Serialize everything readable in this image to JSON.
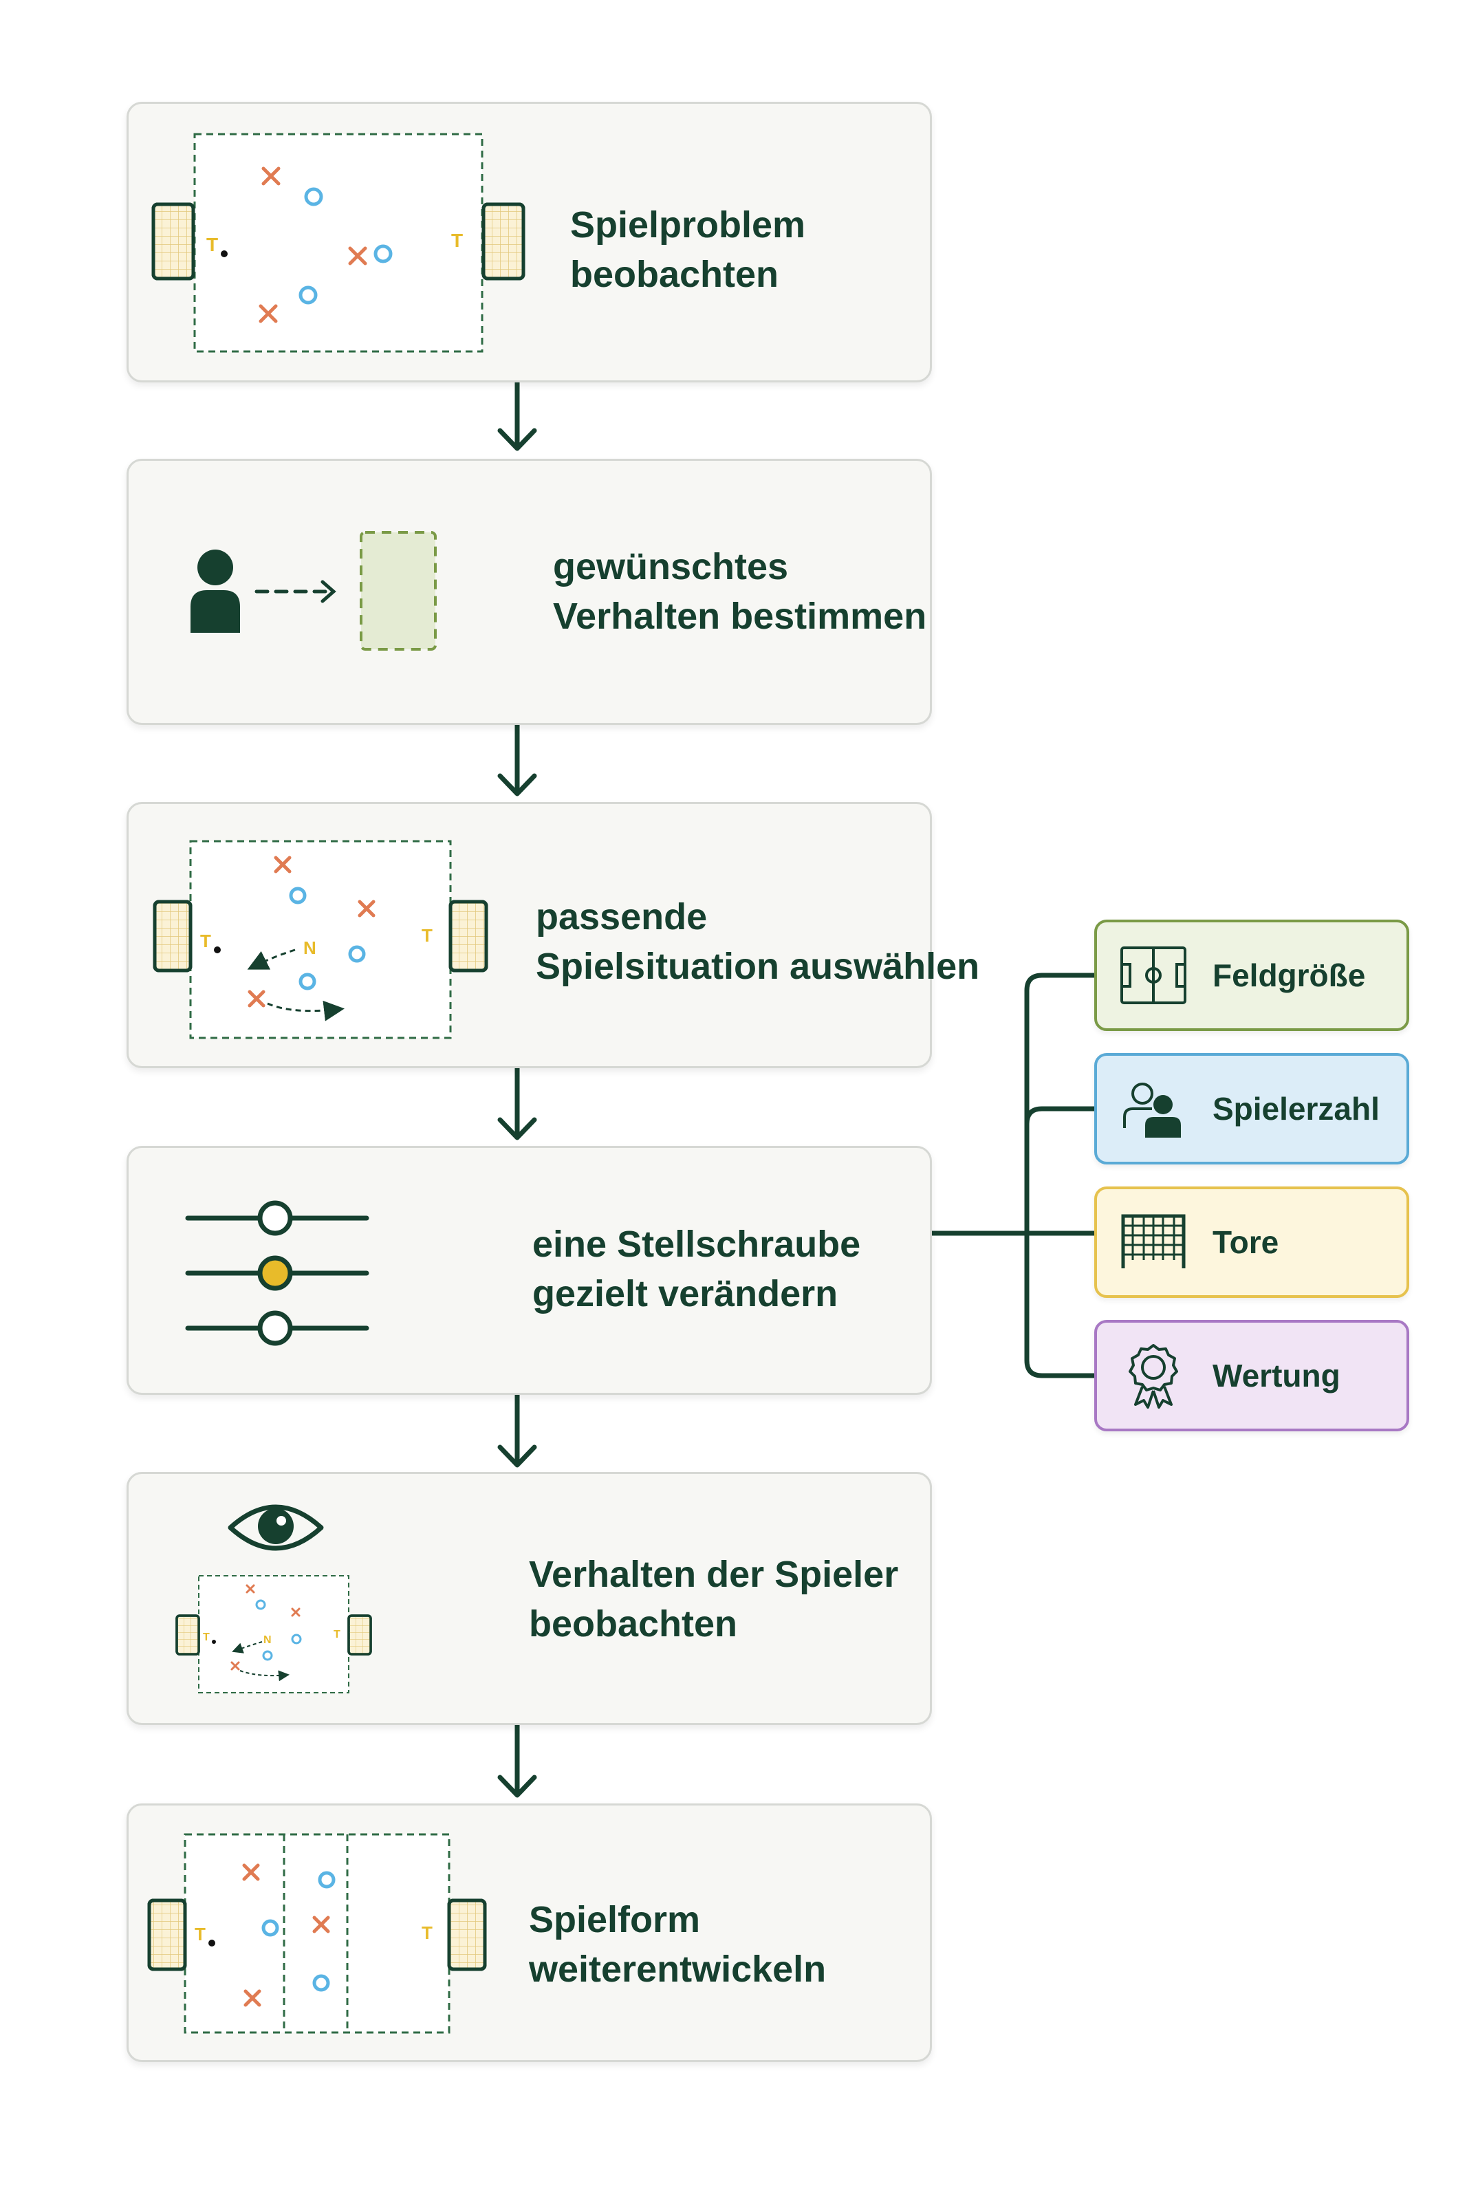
{
  "steps": [
    {
      "line1": "Spielproblem",
      "line2": "beobachten"
    },
    {
      "line1": "gewünschtes",
      "line2": "Verhalten bestimmen"
    },
    {
      "line1": "passende",
      "line2": "Spielsituation auswählen"
    },
    {
      "line1": "eine Stellschraube",
      "line2": "gezielt verändern"
    },
    {
      "line1": "Verhalten der Spieler",
      "line2": "beobachten"
    },
    {
      "line1": "Spielform",
      "line2": "weiterentwickeln"
    }
  ],
  "options": [
    {
      "label": "Feldgröße",
      "icon": "field-icon",
      "color": "#7a9a46",
      "fill": "#eef3e2"
    },
    {
      "label": "Spielerzahl",
      "icon": "players-icon",
      "color": "#5aaad6",
      "fill": "#dcedf8"
    },
    {
      "label": "Tore",
      "icon": "goal-icon",
      "color": "#e6c24e",
      "fill": "#fdf6dd"
    },
    {
      "label": "Wertung",
      "icon": "award-icon",
      "color": "#a878c4",
      "fill": "#f1e4f5"
    }
  ],
  "pitch_markers": {
    "target": "T",
    "neutral": "N"
  },
  "colors": {
    "ink": "#16402f",
    "cross": "#e07b52",
    "circle": "#5ab4e4",
    "token": "#e8bb2a"
  }
}
